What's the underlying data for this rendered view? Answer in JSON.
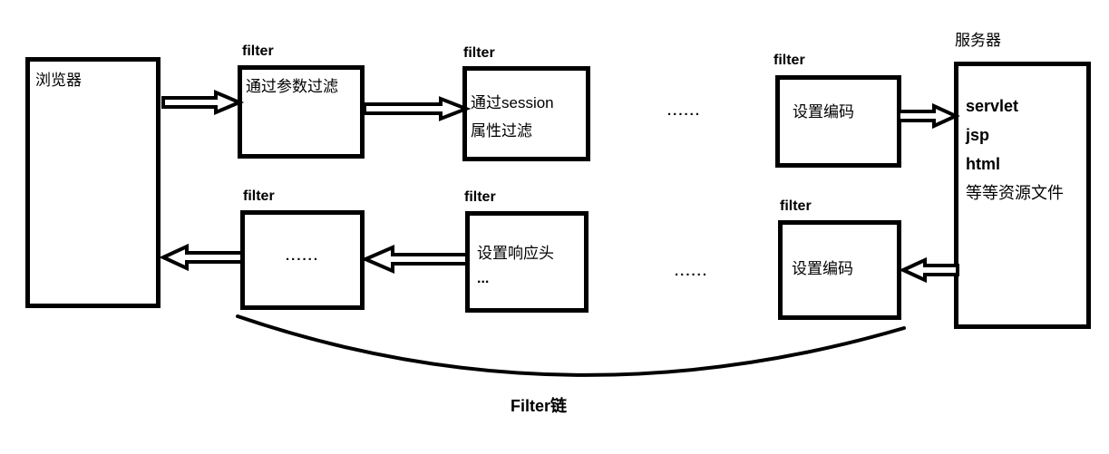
{
  "diagram": {
    "chain_label": "Filter链",
    "browser": {
      "label": "浏览器"
    },
    "server": {
      "label": "服务器",
      "resources": [
        "servlet",
        "jsp",
        "html",
        "等等资源文件"
      ]
    },
    "request_filters": [
      {
        "tag": "filter",
        "line1": "通过参数过滤"
      },
      {
        "tag": "filter",
        "line1": "通过session",
        "line2": "属性过滤"
      },
      {
        "tag": "filter",
        "line1": "设置编码"
      }
    ],
    "response_filters": [
      {
        "tag": "filter",
        "line1": "......"
      },
      {
        "tag": "filter",
        "line1": "设置响应头",
        "line2": "..."
      },
      {
        "tag": "filter",
        "line1": "设置编码"
      }
    ],
    "ellipsis_top": "......",
    "ellipsis_bottom": "......"
  }
}
